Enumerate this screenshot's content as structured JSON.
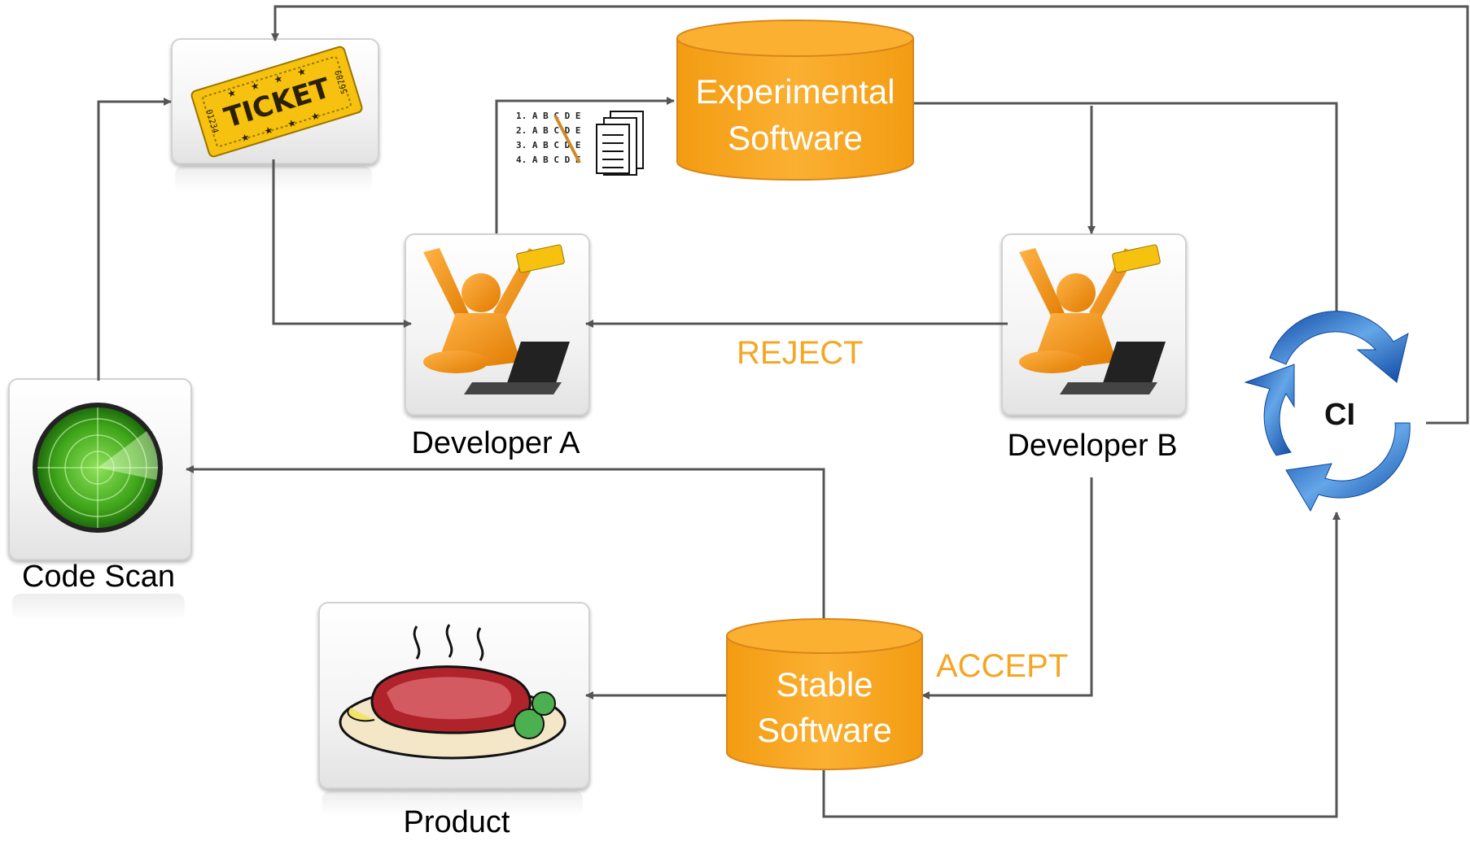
{
  "nodes": {
    "ticket": {
      "text": "TICKET",
      "serial_a": "01234",
      "serial_b": "56789"
    },
    "experimental": {
      "line1": "Experimental",
      "line2": "Software"
    },
    "stable": {
      "line1": "Stable",
      "line2": "Software"
    },
    "developer_a": {
      "label": "Developer A"
    },
    "developer_b": {
      "label": "Developer B"
    },
    "code_scan": {
      "label": "Code Scan"
    },
    "product": {
      "label": "Product"
    },
    "ci": {
      "label": "CI"
    }
  },
  "edges": {
    "reject": "REJECT",
    "accept": "ACCEPT"
  },
  "test_sheet": {
    "rows": [
      "1. A B C D E",
      "2. A B C D E",
      "3. A B C D E",
      "4. A B C D E"
    ]
  },
  "colors": {
    "orange": "#f9a825",
    "orange_label": "#f5a623",
    "arrow": "#555555",
    "ci_blue": "#1565c0",
    "radar_green": "#4caf1a"
  },
  "icons": [
    "ticket-icon",
    "radar-icon",
    "developer-icon",
    "laptop-icon",
    "steak-icon",
    "documents-icon",
    "test-sheet-icon",
    "ci-cycle-icon"
  ]
}
